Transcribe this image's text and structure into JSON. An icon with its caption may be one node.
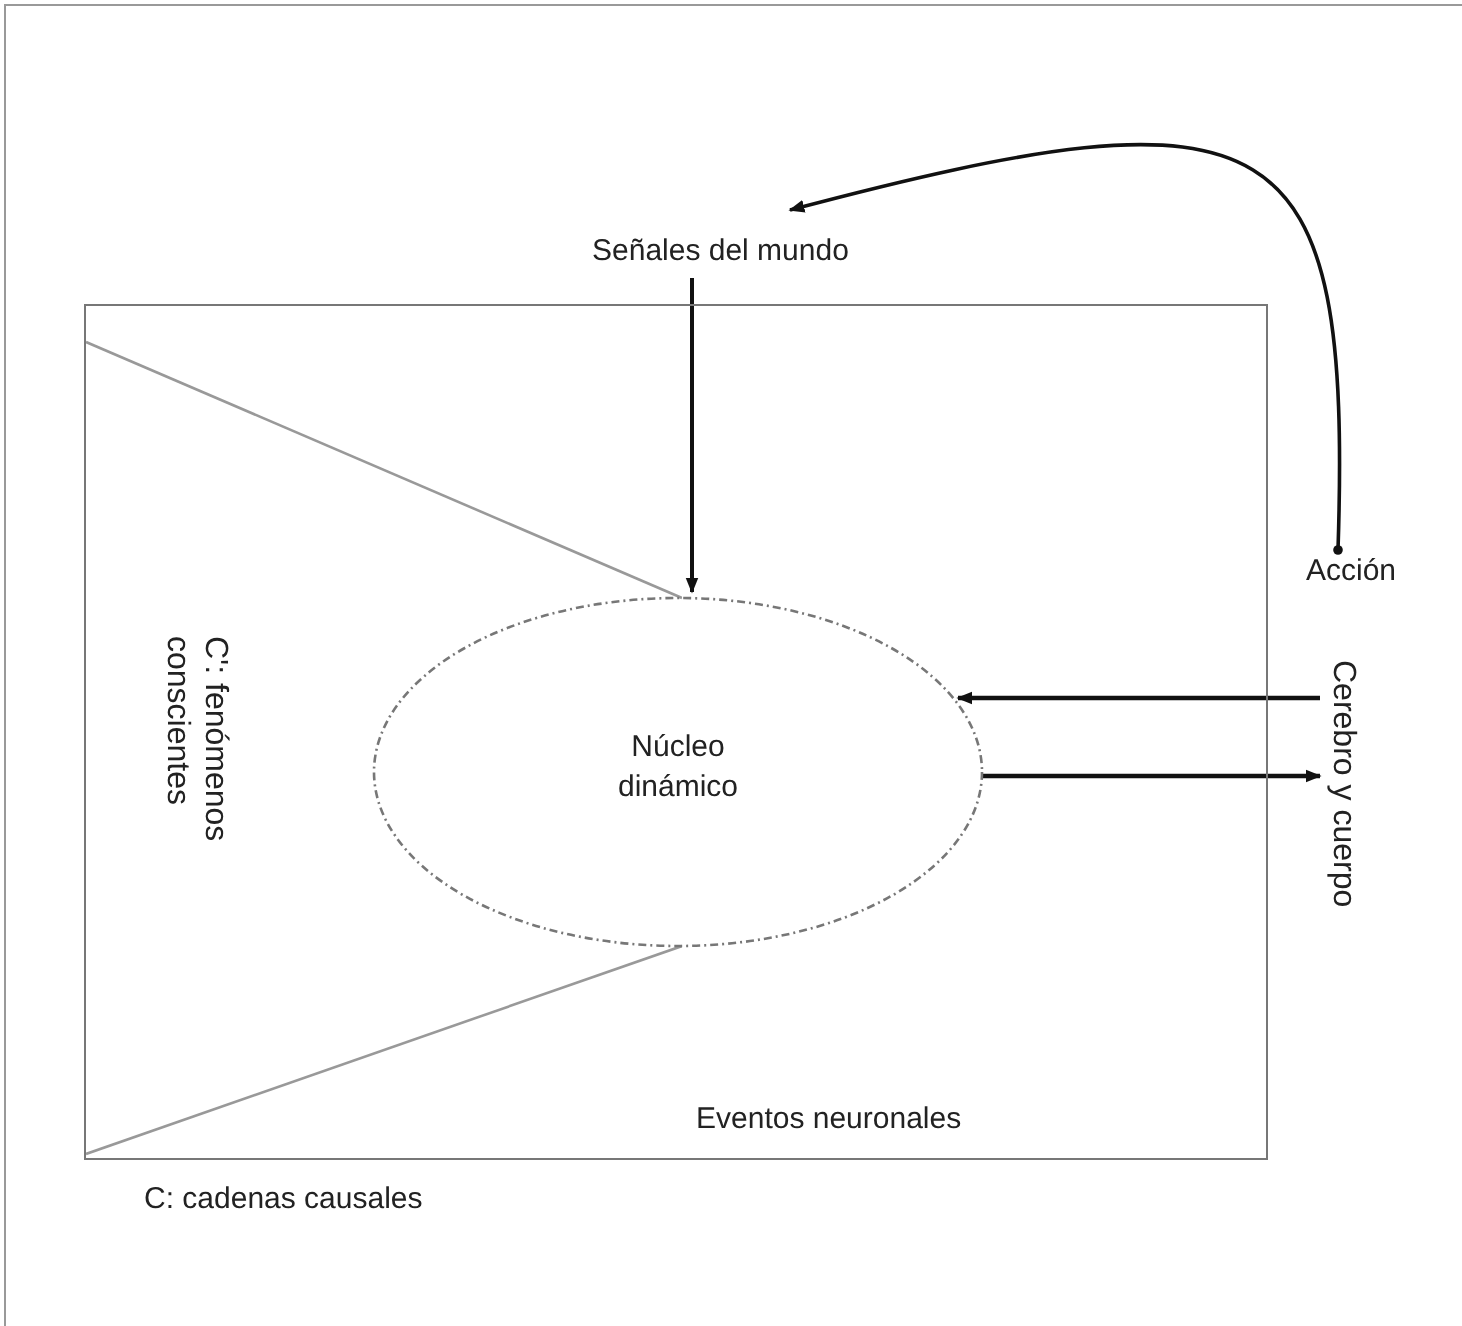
{
  "diagram": {
    "nodes": [
      {
        "text": [
          "Señales del mundo"
        ]
      },
      {
        "text": [
          "Acción"
        ]
      },
      {
        "text": [
          "Eventos neuronales"
        ]
      },
      {
        "text": [
          "C': fenómenos conscientes"
        ],
        "in": 2
      },
      {
        "text": [
          "Núcleo dinámico"
        ],
        "in": 2
      },
      {
        "text": [
          "Cerebro y cuerpo"
        ]
      }
    ],
    "edges": [
      {
        "from": 1,
        "to": 0,
        "arrow": "to"
      },
      {
        "from": 0,
        "to": 4,
        "arrow": "to"
      },
      {
        "from": 5,
        "to": 4,
        "arrow": "to"
      },
      {
        "from": 4,
        "to": 5,
        "arrow": "to"
      }
    ],
    "labels": [
      "C: cadenas causales"
    ]
  }
}
